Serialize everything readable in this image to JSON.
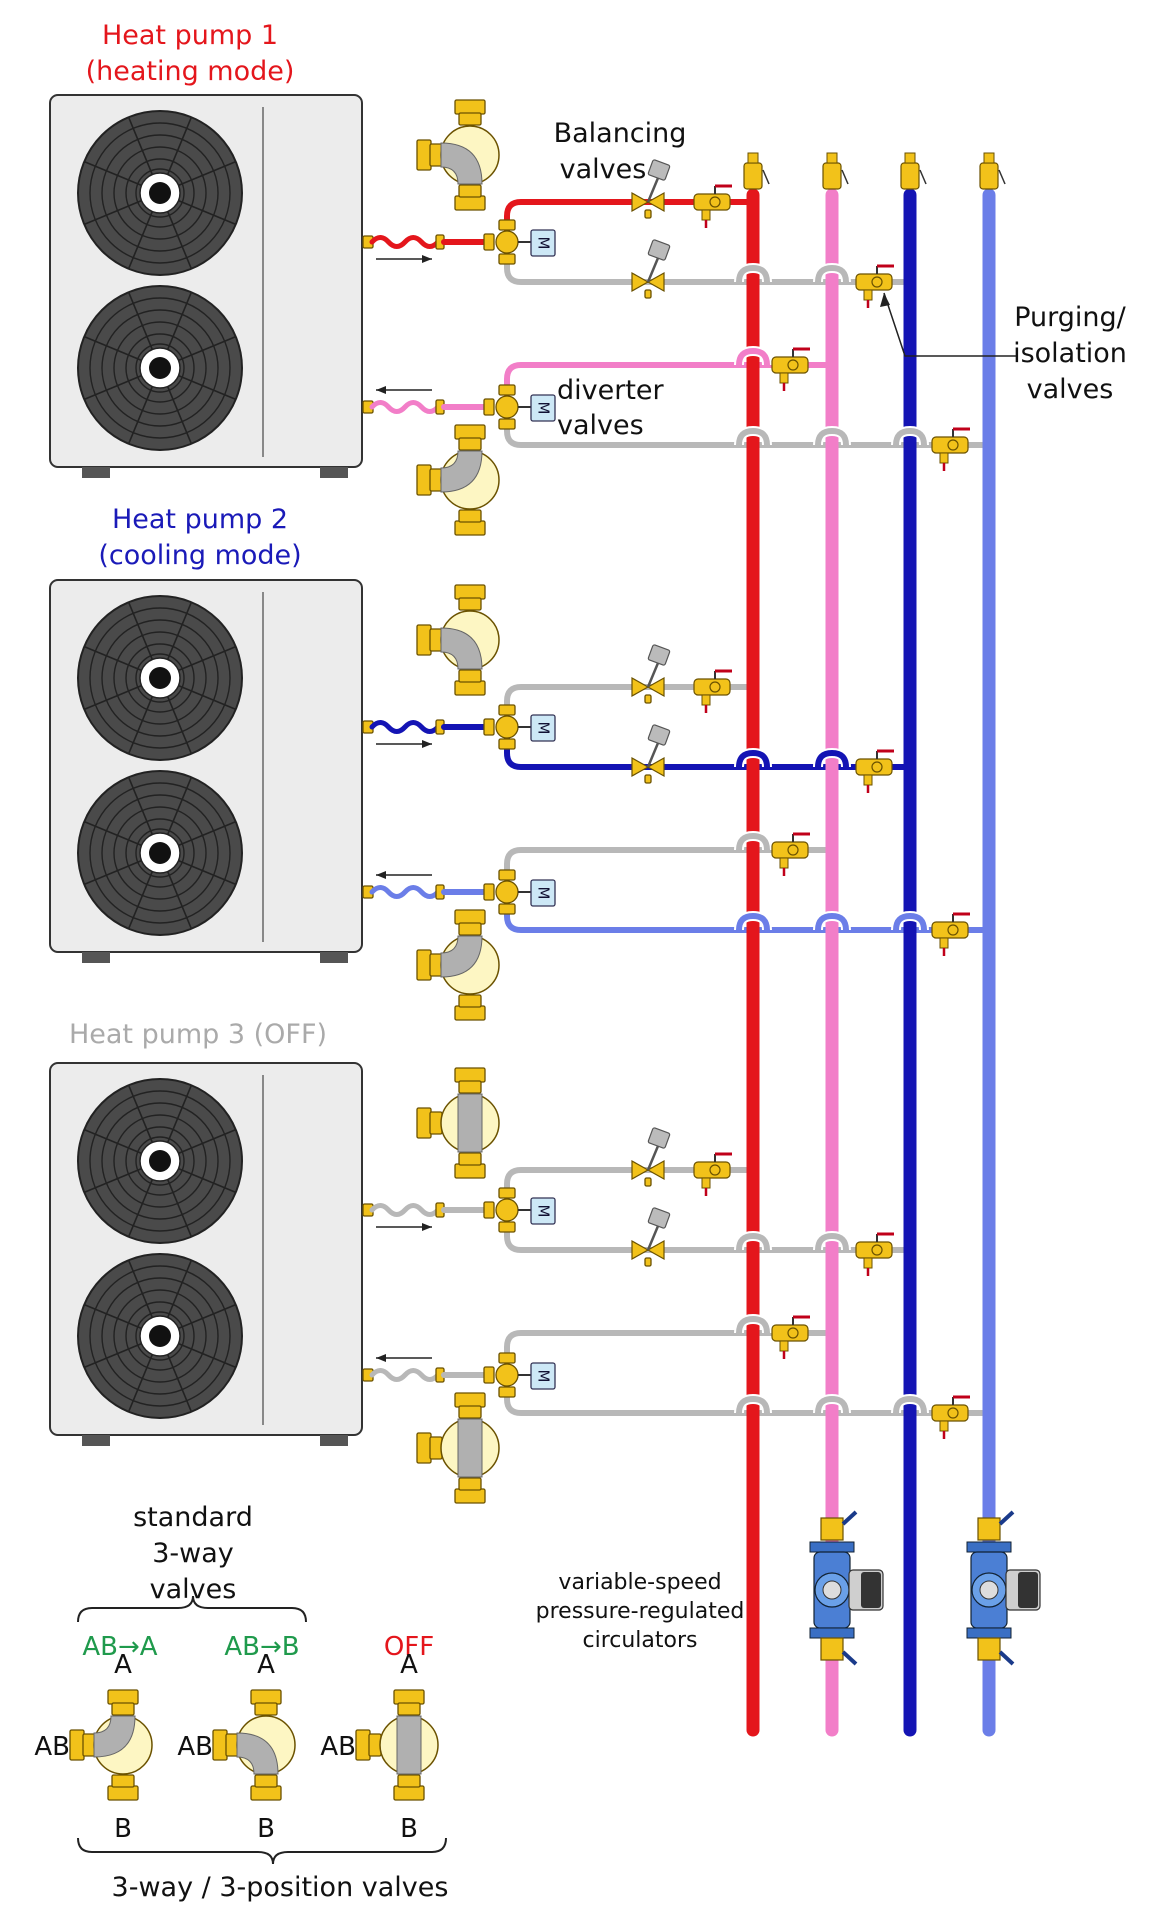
{
  "heat_pumps": [
    {
      "title": "Heat pump 1",
      "mode": "(heating mode)",
      "color": "#e4161c",
      "supply_color": "#e4161c",
      "return_color": "#f27ec8"
    },
    {
      "title": "Heat pump 2",
      "mode": "(cooling mode)",
      "color": "#1a1ab8",
      "supply_color": "#1414b4",
      "return_color": "#6b7ee8"
    },
    {
      "title": "Heat pump 3 (OFF)",
      "mode": "",
      "color": "#aaaaaa",
      "supply_color": "#b8b8b8",
      "return_color": "#b8b8b8"
    }
  ],
  "motor_label": "M",
  "labels": {
    "balancing_valves": [
      "Balancing",
      "valves"
    ],
    "diverter_valves": [
      "diverter",
      "valves"
    ],
    "purging_valves": [
      "Purging/",
      "isolation",
      "valves"
    ],
    "circulators": [
      "variable-speed",
      "pressure-regulated",
      "circulators"
    ]
  },
  "legend": {
    "title": [
      "standard",
      "3-way",
      "valves"
    ],
    "positions": [
      {
        "label": "AB→A",
        "color": "#1f9a4c"
      },
      {
        "label": "AB→B",
        "color": "#1f9a4c"
      },
      {
        "label": "OFF",
        "color": "#e4161c"
      }
    ],
    "port_a": "A",
    "port_b": "B",
    "port_ab": "AB",
    "footer": "3-way / 3-position valves"
  },
  "colors": {
    "hot_header": "#e4161c",
    "hot_return": "#f27ec8",
    "cold_header": "#1414b4",
    "cold_return": "#6b7ee8",
    "inactive_pipe": "#b8b8b8",
    "brass": "#f2c21a",
    "motor_box": "#cde8f6"
  }
}
